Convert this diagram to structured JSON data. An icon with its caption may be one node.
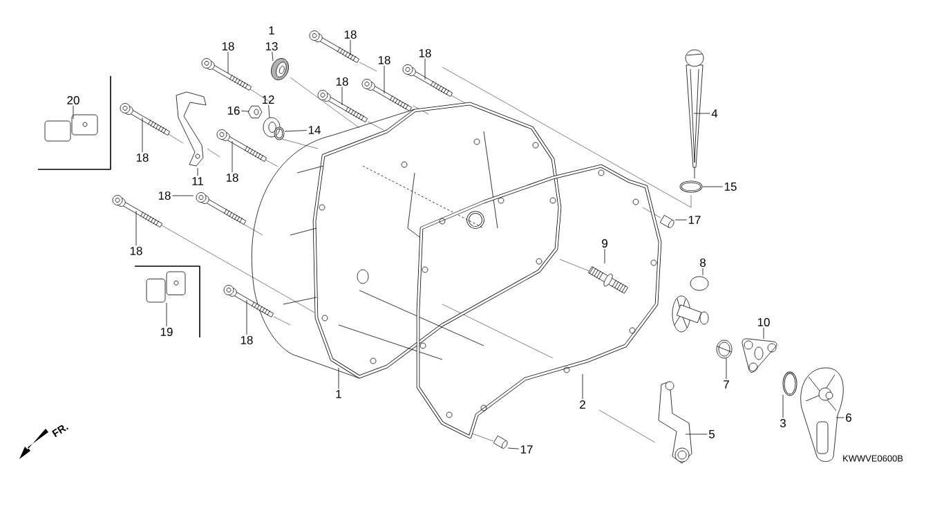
{
  "diagram": {
    "nodes": [
      {
        "text": [
          "13"
        ]
      },
      {
        "text": [],
        "shape": "seal"
      },
      {
        "text": [
          "18"
        ]
      },
      {
        "text": [],
        "shape": "bolt"
      },
      {
        "text": [
          "18"
        ]
      },
      {
        "text": [],
        "shape": "bolt"
      },
      {
        "text": [
          "18"
        ]
      },
      {
        "text": [],
        "shape": "bolt"
      },
      {
        "text": [
          "18"
        ]
      },
      {
        "text": [],
        "shape": "bolt"
      },
      {
        "text": [
          "18"
        ]
      },
      {
        "text": [],
        "shape": "bolt"
      },
      {
        "text": [
          "12"
        ]
      },
      {
        "text": [],
        "shape": "washer"
      },
      {
        "text": [
          "16"
        ]
      },
      {
        "text": [],
        "shape": "nut"
      },
      {
        "text": [
          "14"
        ]
      },
      {
        "text": [],
        "shape": "ring"
      },
      {
        "text": [
          "20"
        ]
      },
      {
        "text": [],
        "shape": "clip"
      },
      {
        "text": [
          "18"
        ]
      },
      {
        "text": [],
        "shape": "bolt"
      },
      {
        "text": [
          "11"
        ]
      },
      {
        "text": [],
        "shape": "bracket"
      },
      {
        "text": [
          "18"
        ]
      },
      {
        "text": [],
        "shape": "bolt"
      },
      {
        "text": [
          "18"
        ]
      },
      {
        "text": [],
        "shape": "bolt"
      },
      {
        "text": [
          "18"
        ]
      },
      {
        "text": [],
        "shape": "bolt"
      },
      {
        "text": [
          "19"
        ]
      },
      {
        "text": [],
        "shape": "clip"
      },
      {
        "text": [
          "18"
        ]
      },
      {
        "text": [],
        "shape": "bolt"
      },
      {
        "text": [
          "4"
        ]
      },
      {
        "text": [],
        "shape": "dipstick"
      },
      {
        "text": [
          "15"
        ]
      },
      {
        "text": [],
        "shape": "ring"
      },
      {
        "text": [
          "17"
        ]
      },
      {
        "text": [],
        "shape": "dowel"
      },
      {
        "text": [
          "1"
        ]
      },
      {
        "text": [],
        "shape": "cover"
      },
      {
        "text": [
          "2"
        ]
      },
      {
        "text": [],
        "shape": "gasket"
      },
      {
        "text": [
          "9"
        ],
        "in": 43
      },
      {
        "text": [],
        "shape": "stud",
        "in": 43
      },
      {
        "text": [
          "8"
        ]
      },
      {
        "text": [],
        "shape": "cam"
      },
      {
        "text": [
          "10"
        ]
      },
      {
        "text": [],
        "shape": "plate"
      },
      {
        "text": [
          "7"
        ]
      },
      {
        "text": [],
        "shape": "spring"
      },
      {
        "text": [
          "3"
        ]
      },
      {
        "text": [],
        "shape": "circlip"
      },
      {
        "text": [
          "6"
        ]
      },
      {
        "text": [],
        "shape": "lever"
      },
      {
        "text": [
          "5"
        ]
      },
      {
        "text": [],
        "shape": "arm"
      },
      {
        "text": [
          "17"
        ]
      },
      {
        "text": [],
        "shape": "dowel"
      }
    ],
    "edges": [
      {
        "from": 0,
        "to": 1,
        "arrow": "none"
      },
      {
        "from": 2,
        "to": 3,
        "arrow": "none"
      },
      {
        "from": 4,
        "to": 5,
        "arrow": "none"
      },
      {
        "from": 6,
        "to": 7,
        "arrow": "none"
      },
      {
        "from": 8,
        "to": 9,
        "arrow": "none"
      },
      {
        "from": 10,
        "to": 11,
        "arrow": "none"
      },
      {
        "from": 12,
        "to": 13,
        "arrow": "none"
      },
      {
        "from": 14,
        "to": 15,
        "arrow": "none"
      },
      {
        "from": 16,
        "to": 17,
        "arrow": "none"
      },
      {
        "from": 18,
        "to": 19,
        "arrow": "none"
      },
      {
        "from": 20,
        "to": 21,
        "arrow": "none"
      },
      {
        "from": 22,
        "to": 23,
        "arrow": "none"
      },
      {
        "from": 24,
        "to": 25,
        "arrow": "none"
      },
      {
        "from": 26,
        "to": 27,
        "arrow": "none"
      },
      {
        "from": 28,
        "to": 29,
        "arrow": "none"
      },
      {
        "from": 30,
        "to": 31,
        "arrow": "none"
      },
      {
        "from": 32,
        "to": 33,
        "arrow": "none"
      },
      {
        "from": 34,
        "to": 35,
        "arrow": "none"
      },
      {
        "from": 36,
        "to": 37,
        "arrow": "none"
      },
      {
        "from": 38,
        "to": 39,
        "arrow": "none"
      },
      {
        "from": 40,
        "to": 41,
        "arrow": "none"
      },
      {
        "from": 42,
        "to": 43,
        "arrow": "none"
      },
      {
        "from": 44,
        "to": 45,
        "arrow": "none"
      },
      {
        "from": 46,
        "to": 47,
        "arrow": "none"
      },
      {
        "from": 48,
        "to": 49,
        "arrow": "none"
      },
      {
        "from": 50,
        "to": 51,
        "arrow": "none"
      },
      {
        "from": 52,
        "to": 53,
        "arrow": "none"
      },
      {
        "from": 54,
        "to": 55,
        "arrow": "none"
      },
      {
        "from": 56,
        "to": 57,
        "arrow": "none"
      },
      {
        "from": 58,
        "to": 59,
        "arrow": "none"
      }
    ],
    "labels": [
      "1",
      "FR.",
      "KWWVE0600B"
    ]
  }
}
